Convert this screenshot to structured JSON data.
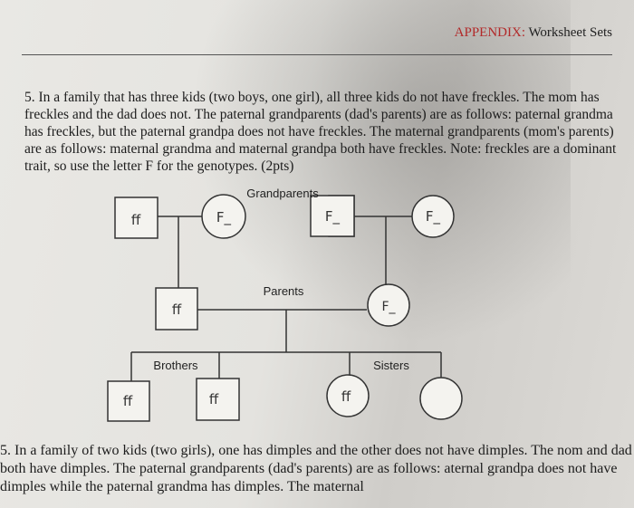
{
  "header": {
    "section": "APPENDIX:",
    "title": "Worksheet Sets"
  },
  "question5": {
    "text": "5. In a family that has three kids (two boys, one girl), all three kids do not have freckles. The mom has freckles and the dad does not. The paternal grandparents (dad's parents) are as follows: paternal grandma has freckles, but the paternal grandpa does not have freckles. The maternal grandparents (mom's parents) are as follows: maternal grandma and maternal grandpa both have freckles. Note: freckles are a dominant trait, so use the letter F for the genotypes. (2pts)"
  },
  "pedigree": {
    "label_grandparents": "Grandparents",
    "label_parents": "Parents",
    "label_brothers": "Brothers",
    "label_sisters": "Sisters",
    "paternal_grandpa": "ff",
    "paternal_grandma": "F_",
    "maternal_grandpa": "F_",
    "maternal_grandma": "F_",
    "father": "ff",
    "mother": "F_",
    "brother1": "ff",
    "brother2": "ff",
    "sister1": "ff",
    "sister2": ""
  },
  "question6": {
    "text": "5. In a family of two kids (two girls), one has dimples and the other does not have dimples. The nom and dad both have dimples. The paternal grandparents (dad's parents) are as follows: aternal grandpa does not have dimples while the paternal grandma has dimples. The maternal"
  }
}
